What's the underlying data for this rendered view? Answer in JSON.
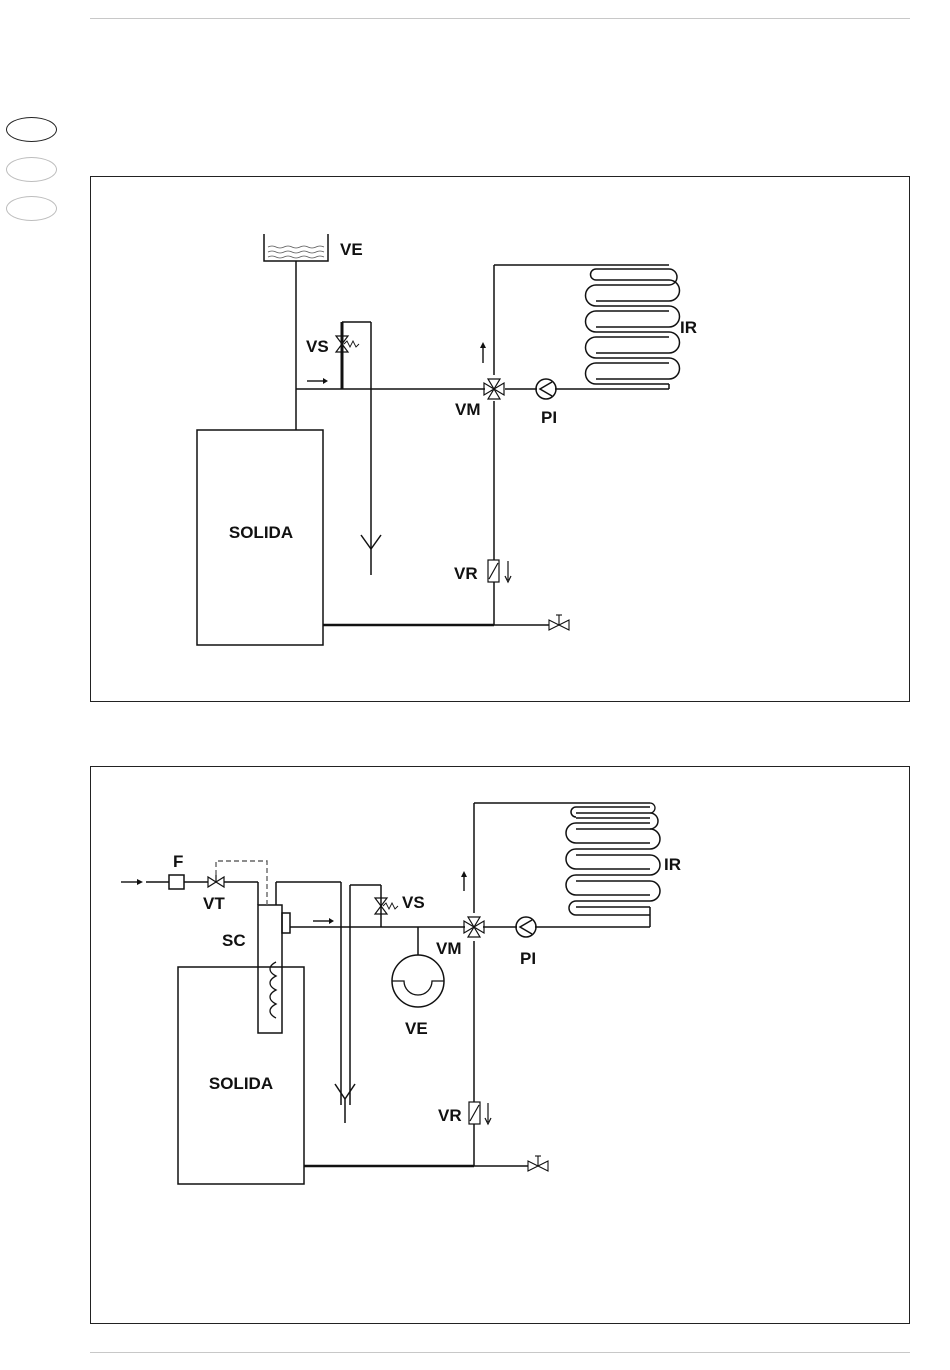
{
  "colors": {
    "line": "#111111",
    "dash": "#666666",
    "frame": "#222222",
    "rule": "#c8c8c8"
  },
  "diagram1": {
    "labels": {
      "ve": "VE",
      "vs": "VS",
      "vm": "VM",
      "pi": "PI",
      "ir": "IR",
      "vr": "VR",
      "solida": "SOLIDA"
    }
  },
  "diagram2": {
    "labels": {
      "f": "F",
      "vt": "VT",
      "sc": "SC",
      "vs": "VS",
      "vm": "VM",
      "pi": "PI",
      "ir": "IR",
      "ve": "VE",
      "vr": "VR",
      "solida": "SOLIDA"
    }
  }
}
